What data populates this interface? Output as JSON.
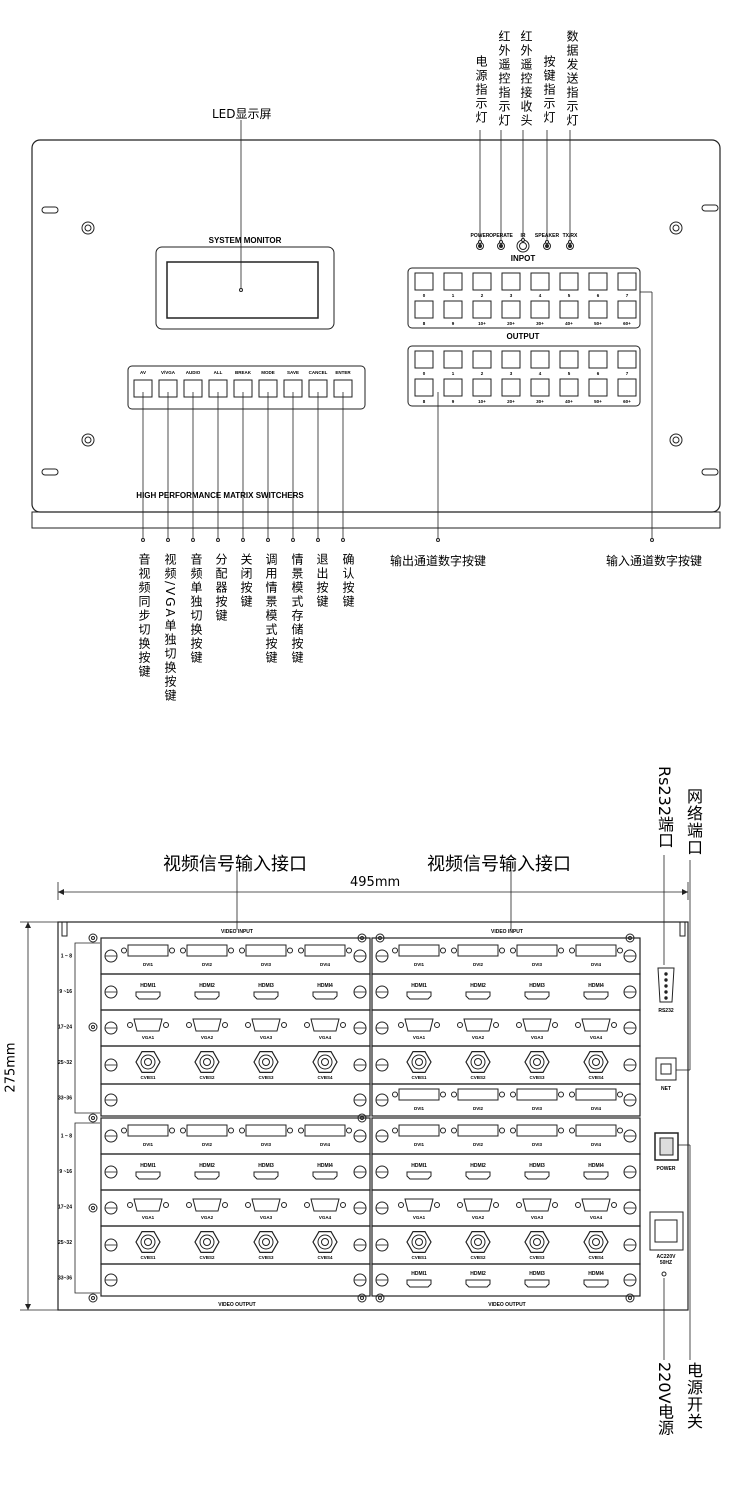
{
  "front": {
    "led_label": "LED显示屏",
    "system_monitor": "SYSTEM MONITOR",
    "indicators": [
      "POWER",
      "OPERATE",
      "IR",
      "SPEAKER",
      "TX/RX"
    ],
    "indicator_callouts": [
      "电源指示灯",
      "红外遥控指示灯",
      "红外遥控接收头",
      "按键指示灯",
      "数据发送指示灯"
    ],
    "input_title": "INPOT",
    "output_title": "OUTPUT",
    "number_keys": [
      "0",
      "1",
      "2",
      "3",
      "4",
      "5",
      "6",
      "7",
      "8",
      "9",
      "10+",
      "20+",
      "30+",
      "40+",
      "50+",
      "60+"
    ],
    "function_keys": [
      "AV",
      "V/VGA",
      "AUDIO",
      "ALL",
      "BREAK",
      "MODE",
      "SAVE",
      "CANCEL",
      "ENTER"
    ],
    "function_callouts": [
      "音视频同步切换按键",
      "视频/VGA单独切换按键",
      "音频单独切换按键",
      "分配器按键",
      "关闭按键",
      "调用情景模式按键",
      "情景模式存储按键",
      "退出按键",
      "确认按键"
    ],
    "brand": "HIGH PERFORMANCE MATRIX SWITCHERS",
    "output_callout": "输出通道数字按键",
    "input_callout": "输入通道数字按键"
  },
  "rear": {
    "input_callout_left": "视频信号输入接口",
    "input_callout_right": "视频信号输入接口",
    "width_dim": "495mm",
    "height_dim": "275mm",
    "video_input": "VIDEO INPUT",
    "video_output": "VIDEO OUTPUT",
    "row_ranges": [
      "1 ~ 8",
      "9 ~16",
      "17~24",
      "25~32",
      "33~36"
    ],
    "dvi": [
      "DVI1",
      "DVI2",
      "DVI3",
      "DVI4"
    ],
    "hdmi": [
      "HDMI1",
      "HDMI2",
      "HDMI3",
      "HDMI4"
    ],
    "vga": [
      "VGA1",
      "VGA2",
      "VGA3",
      "VGA4"
    ],
    "cvbs": [
      "CVBS1",
      "CVBS2",
      "CVBS3",
      "CVBS4"
    ],
    "rs232": "RS232",
    "net": "NET",
    "power": "POWER",
    "ac": "AC220V",
    "hz": "50HZ",
    "rs232_callout": "Rs232端口",
    "net_callout": "网络端口",
    "power_callout": "电源开关",
    "ac_callout": "220V电源"
  }
}
